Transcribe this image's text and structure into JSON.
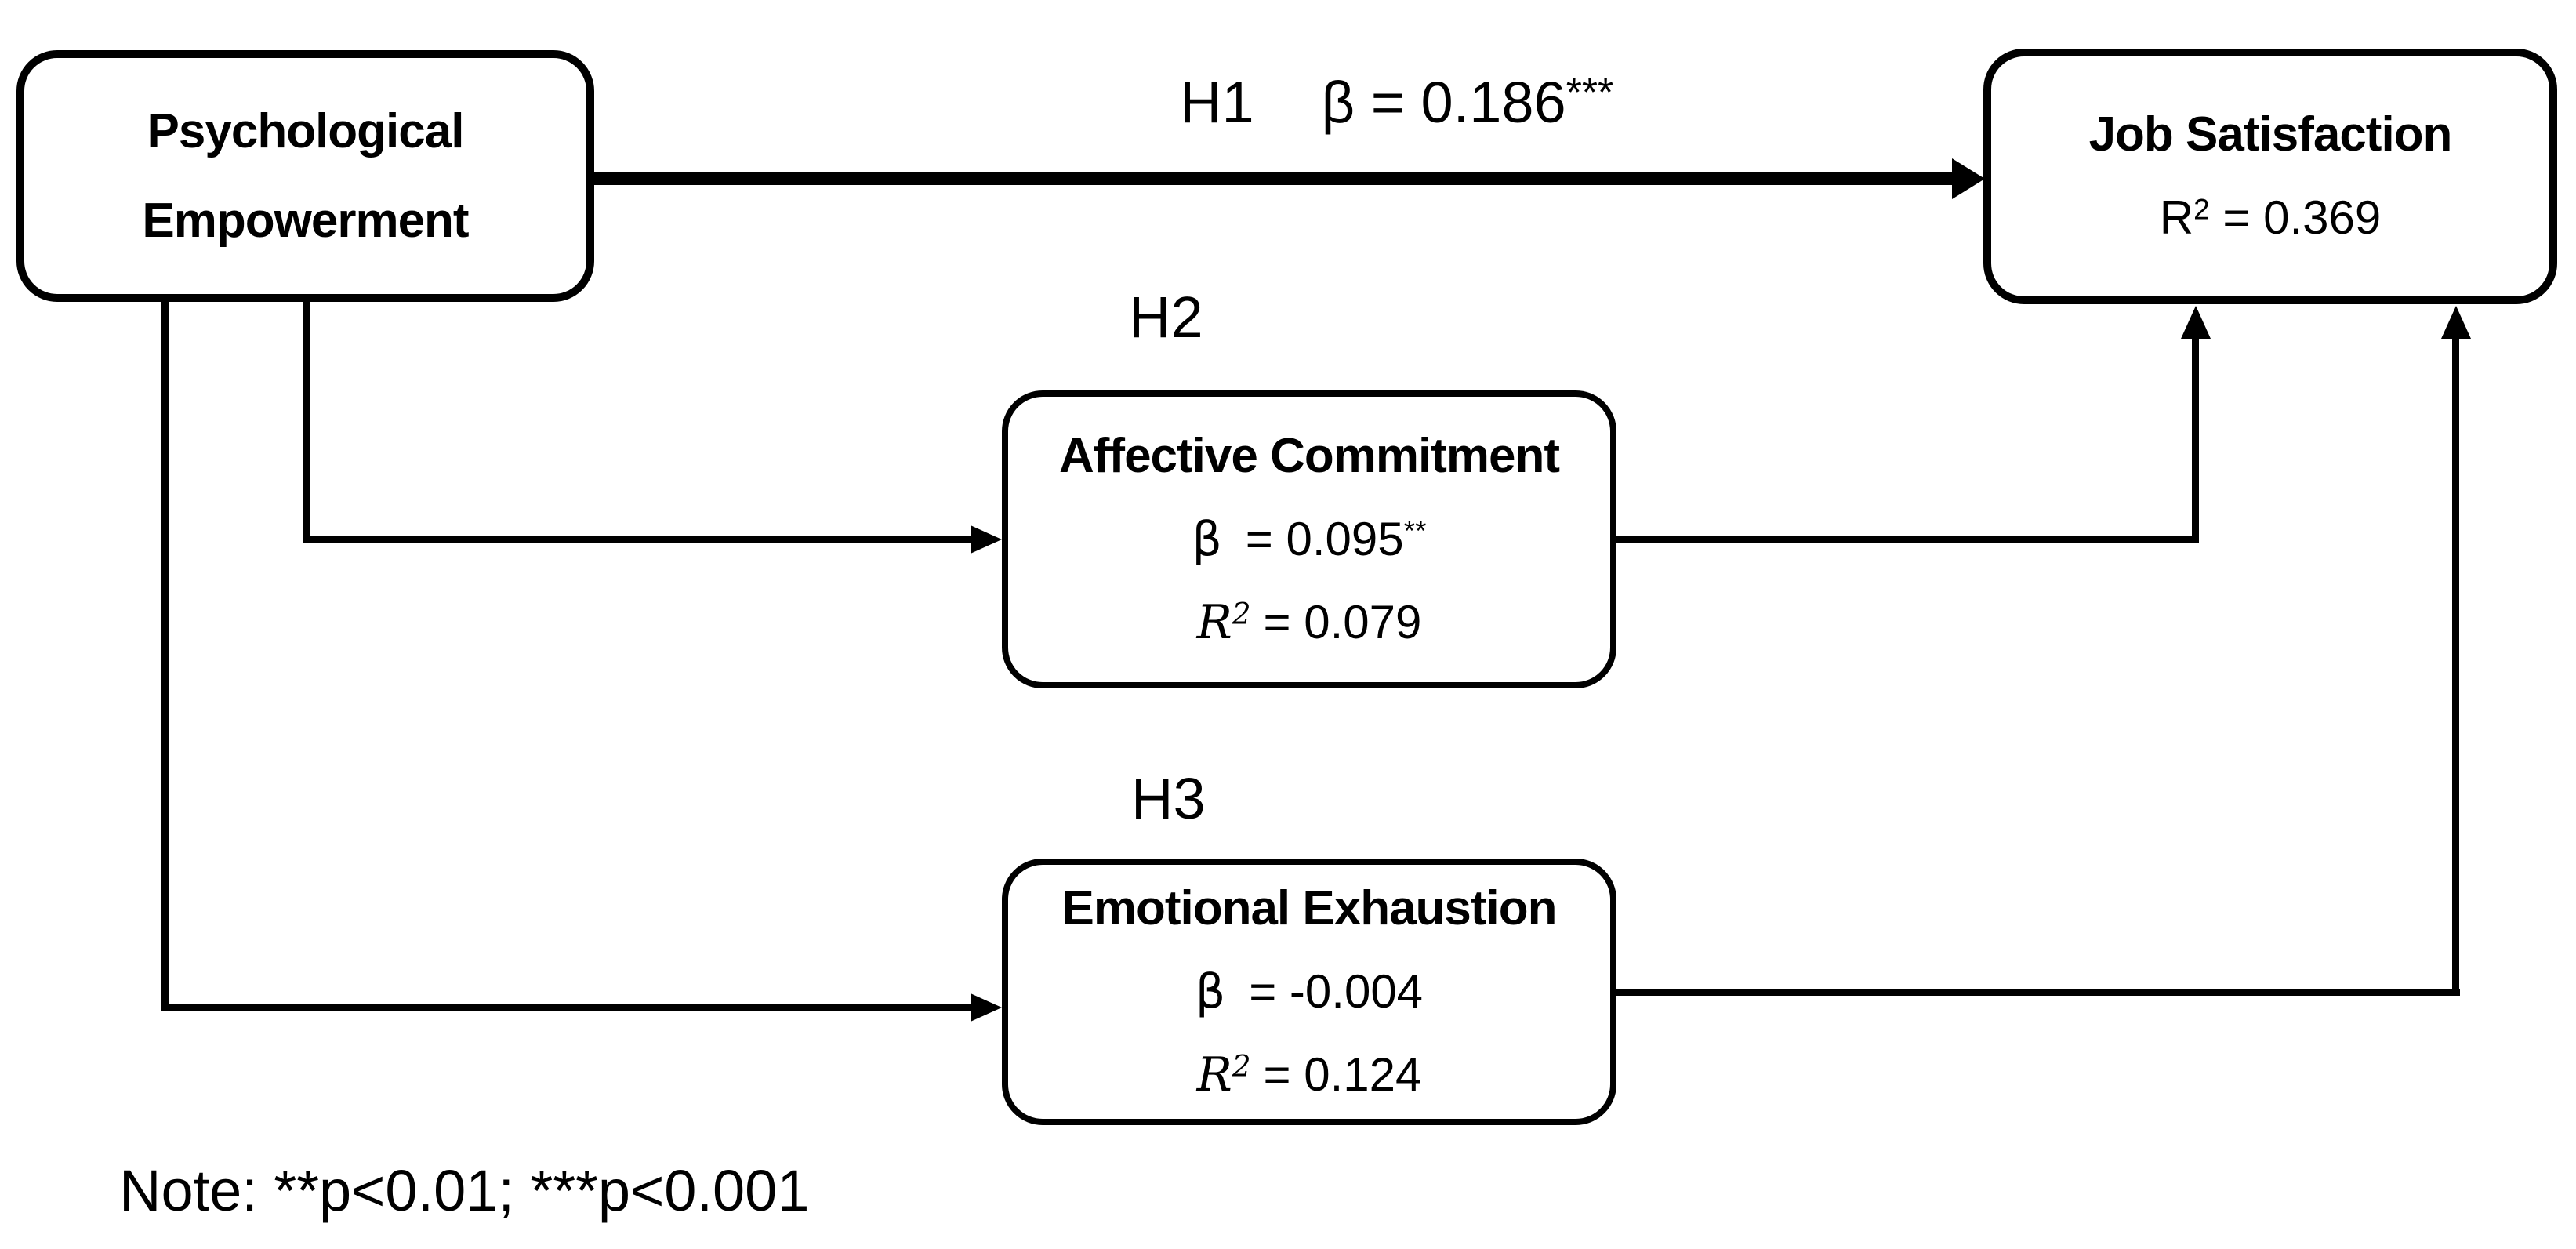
{
  "figure": {
    "background": "#ffffff",
    "line_color": "#000000"
  },
  "nodes": {
    "psychological_empowerment": {
      "line1": "Psychological",
      "line2": "Empowerment"
    },
    "job_satisfaction": {
      "title": "Job Satisfaction",
      "r2_prefix": "R",
      "r2_sup": "2",
      "r2_rest": "= 0.369"
    },
    "affective_commitment": {
      "title": "Affective Commitment",
      "beta_symbol": "β",
      "beta_rest": "= 0.095",
      "beta_sup": "**",
      "r2_prefix": "R",
      "r2_sup": "2",
      "r2_rest": "= 0.079"
    },
    "emotional_exhaustion": {
      "title": "Emotional Exhaustion",
      "beta_symbol": "β",
      "beta_rest": "= -0.004",
      "beta_sup": "",
      "r2_prefix": "R",
      "r2_sup": "2",
      "r2_rest": "= 0.124"
    }
  },
  "edge_labels": {
    "h1": "H1",
    "h1_beta": "β = 0.186",
    "h1_beta_sup": "***",
    "h2": "H2",
    "h3": "H3"
  },
  "edges": [
    {
      "id": "H1",
      "from": "Psychological Empowerment",
      "to": "Job Satisfaction"
    },
    {
      "id": "H2",
      "from": "Psychological Empowerment",
      "to": "Affective Commitment"
    },
    {
      "id": "H2-out",
      "from": "Affective Commitment",
      "to": "Job Satisfaction"
    },
    {
      "id": "H3",
      "from": "Psychological Empowerment",
      "to": "Emotional Exhaustion"
    },
    {
      "id": "H3-out",
      "from": "Emotional Exhaustion",
      "to": "Job Satisfaction"
    }
  ],
  "note": "Note: **p<0.01; ***p<0.001"
}
